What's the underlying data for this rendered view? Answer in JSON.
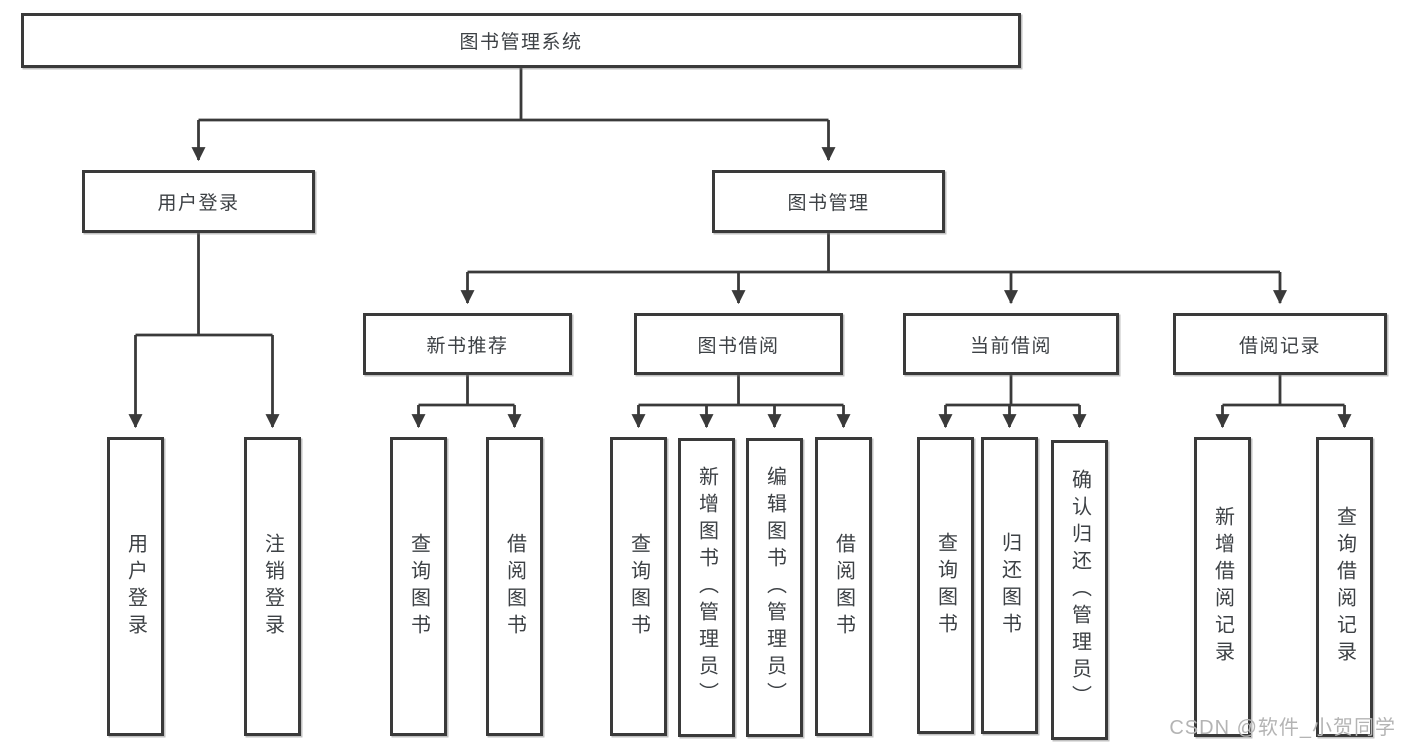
{
  "diagram": {
    "type": "tree-diagram",
    "tree": {
      "label": "图书管理系统",
      "children": [
        {
          "label": "用户登录",
          "children": [
            {
              "label": "用户登录"
            },
            {
              "label": "注销登录"
            }
          ]
        },
        {
          "label": "图书管理",
          "children": [
            {
              "label": "新书推荐",
              "children": [
                {
                  "label": "查询图书"
                },
                {
                  "label": "借阅图书"
                }
              ]
            },
            {
              "label": "图书借阅",
              "children": [
                {
                  "label": "查询图书"
                },
                {
                  "label": "新增图书（管理员）"
                },
                {
                  "label": "编辑图书（管理员）"
                },
                {
                  "label": "借阅图书"
                }
              ]
            },
            {
              "label": "当前借阅",
              "children": [
                {
                  "label": "查询图书"
                },
                {
                  "label": "归还图书"
                },
                {
                  "label": "确认归还（管理员）"
                }
              ]
            },
            {
              "label": "借阅记录",
              "children": [
                {
                  "label": "新增借阅记录"
                },
                {
                  "label": "查询借阅记录"
                }
              ]
            }
          ]
        }
      ]
    },
    "colors": {
      "line": "#3a3a3a",
      "box_border": "#3a3a3a",
      "box_fill": "#ffffff",
      "text": "#3d4145",
      "watermark": "#b4b4b4",
      "background": "#ffffff"
    }
  },
  "watermark": {
    "text": "CSDN @软件_小贺同学"
  }
}
